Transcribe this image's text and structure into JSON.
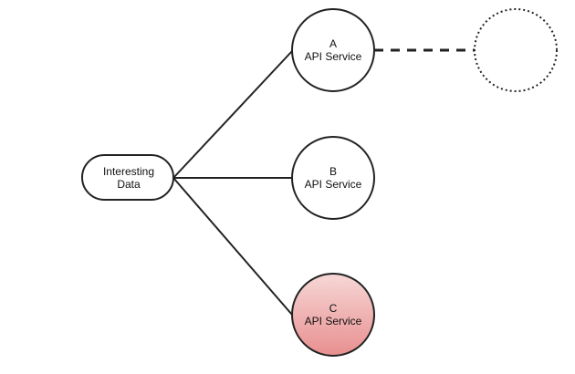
{
  "source": {
    "label_line1": "Interesting",
    "label_line2": "Data"
  },
  "services": [
    {
      "id": "a",
      "label_line1": "A",
      "label_line2": "API Service",
      "style": "normal"
    },
    {
      "id": "b",
      "label_line1": "B",
      "label_line2": "API Service",
      "style": "normal"
    },
    {
      "id": "c",
      "label_line1": "C",
      "label_line2": "API Service",
      "style": "highlighted"
    }
  ],
  "placeholder_node": {
    "style": "dotted-empty"
  },
  "connections": [
    {
      "from": "source",
      "to": "a",
      "style": "solid"
    },
    {
      "from": "source",
      "to": "b",
      "style": "solid"
    },
    {
      "from": "source",
      "to": "c",
      "style": "solid"
    },
    {
      "from": "a",
      "to": "placeholder",
      "style": "dashed"
    }
  ],
  "colors": {
    "stroke": "#222222",
    "node_fill": "#ffffff",
    "highlight_top": "#f7d7d7",
    "highlight_bottom": "#e88f8f"
  }
}
